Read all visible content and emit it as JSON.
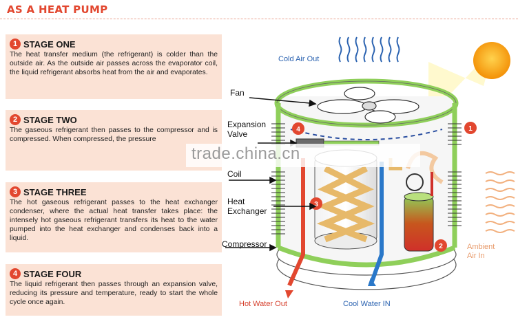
{
  "page": {
    "title": "AS A HEAT PUMP"
  },
  "stages": [
    {
      "number": "1",
      "title": "STAGE ONE",
      "body": "The heat transfer medium (the refrigerant) is colder than the outside air. As the outside air passes across the evaporator coil, the liquid refrigerant absorbs heat from the air and evaporates."
    },
    {
      "number": "2",
      "title": "STAGE TWO",
      "body": "The gaseous refrigerant then passes to the compressor and is compressed. When compressed, the pressure"
    },
    {
      "number": "3",
      "title": "STAGE THREE",
      "body": "The hot gaseous refrigerant passes to the heat exchanger condenser, where the actual heat transfer takes place: the intensely hot gaseous refrigerant transfers its heat to the water pumped into the heat exchanger and condenses back into a liquid."
    },
    {
      "number": "4",
      "title": "STAGE FOUR",
      "body": "The liquid refrigerant then passes through an expansion valve, reducing its pressure and temperature, ready to start the whole cycle once again."
    }
  ],
  "watermark": "trade.china.cn",
  "diagram": {
    "labels": {
      "fan": "Fan",
      "expansion_valve": "Expansion\nValve",
      "coil": "Coil",
      "heat_exchanger": "Heat\nExchanger",
      "compressor": "Compressor",
      "cold_air_out": "Cold  Air Out",
      "ambient_air_in": "Ambient\nAir In",
      "hot_water_out": "Hot Water Out",
      "cool_water_in": "Cool Water IN"
    },
    "markers": [
      "1",
      "2",
      "3",
      "4"
    ]
  },
  "colors": {
    "accent": "#e2472f",
    "stage_bg": "#fbe2d5",
    "pipe_green": "#8fcf5a",
    "cold_blue": "#2a62b0",
    "hot_red": "#e2472f",
    "sun": "#f5a200"
  }
}
